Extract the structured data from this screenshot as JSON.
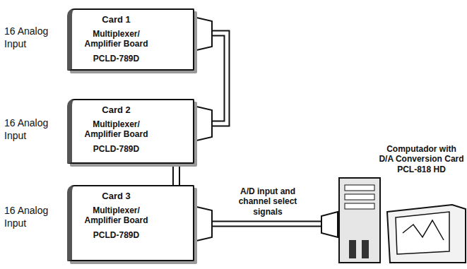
{
  "diagram": {
    "nodes": [
      {
        "text": [
          "Card 1",
          "Multiplexer/ Amplifier Board",
          "PCLD-789D"
        ]
      },
      {
        "text": [
          "Card 2",
          "Multiplexer/ Amplifier Board",
          "PCLD-789D"
        ]
      },
      {
        "text": [
          "Card 3",
          "Multiplexer/ Amplifier Board",
          "PCLD-789D"
        ]
      },
      {
        "text": [
          "Computador with D/A Conversion Card PCL-818 HD"
        ]
      }
    ],
    "edges": [
      {
        "from": 0,
        "to": 1,
        "arrow": "none"
      },
      {
        "from": 1,
        "to": 2,
        "arrow": "none"
      },
      {
        "from": 2,
        "to": 3,
        "label": "A/D input and channel select signals",
        "arrow": "none"
      }
    ],
    "labels": [
      "16 Analog Input",
      "16 Analog Input",
      "16 Analog Input"
    ]
  }
}
